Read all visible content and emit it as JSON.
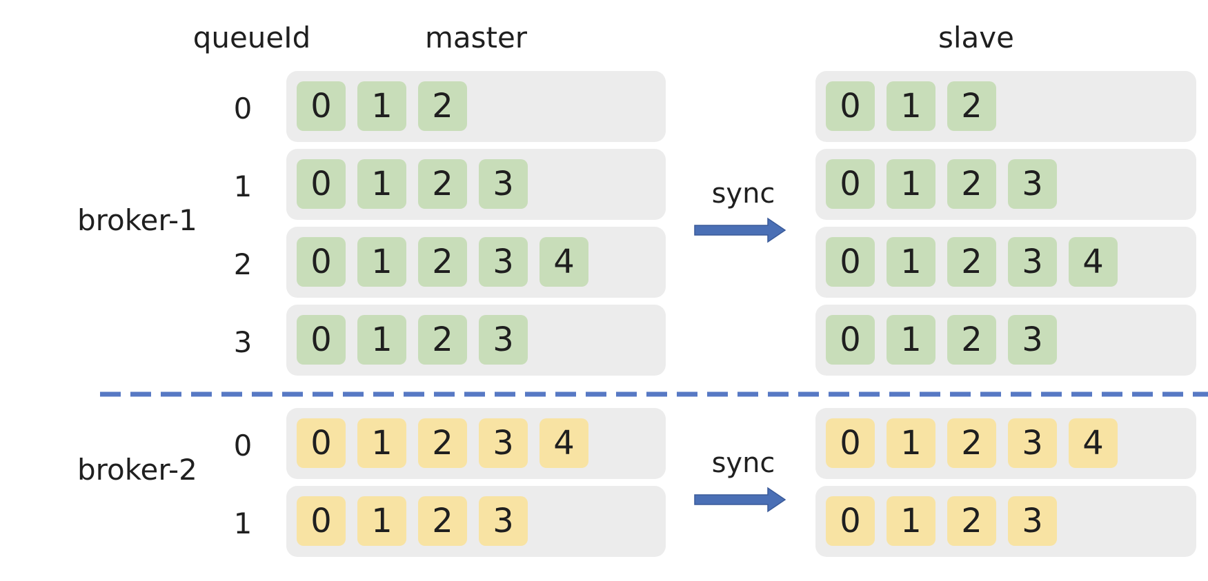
{
  "headers": {
    "queue": "queueId",
    "master": "master",
    "slave": "slave"
  },
  "brokers": [
    {
      "label": "broker-1",
      "queues": [
        {
          "id": "0",
          "master": [
            "0",
            "1",
            "2"
          ],
          "slave": [
            "0",
            "1",
            "2"
          ]
        },
        {
          "id": "1",
          "master": [
            "0",
            "1",
            "2",
            "3"
          ],
          "slave": [
            "0",
            "1",
            "2",
            "3"
          ]
        },
        {
          "id": "2",
          "master": [
            "0",
            "1",
            "2",
            "3",
            "4"
          ],
          "slave": [
            "0",
            "1",
            "2",
            "3",
            "4"
          ]
        },
        {
          "id": "3",
          "master": [
            "0",
            "1",
            "2",
            "3"
          ],
          "slave": [
            "0",
            "1",
            "2",
            "3"
          ]
        }
      ]
    },
    {
      "label": "broker-2",
      "queues": [
        {
          "id": "0",
          "master": [
            "0",
            "1",
            "2",
            "3",
            "4"
          ],
          "slave": [
            "0",
            "1",
            "2",
            "3",
            "4"
          ]
        },
        {
          "id": "1",
          "master": [
            "0",
            "1",
            "2",
            "3"
          ],
          "slave": [
            "0",
            "1",
            "2",
            "3"
          ]
        }
      ]
    }
  ],
  "sync_label": "sync",
  "colors": {
    "broker1_cell": "#c8ddb9",
    "broker2_cell": "#f8e3a3",
    "row_bg": "#ececec",
    "arrow": "#4a6fb5",
    "divider": "#5779c4"
  }
}
